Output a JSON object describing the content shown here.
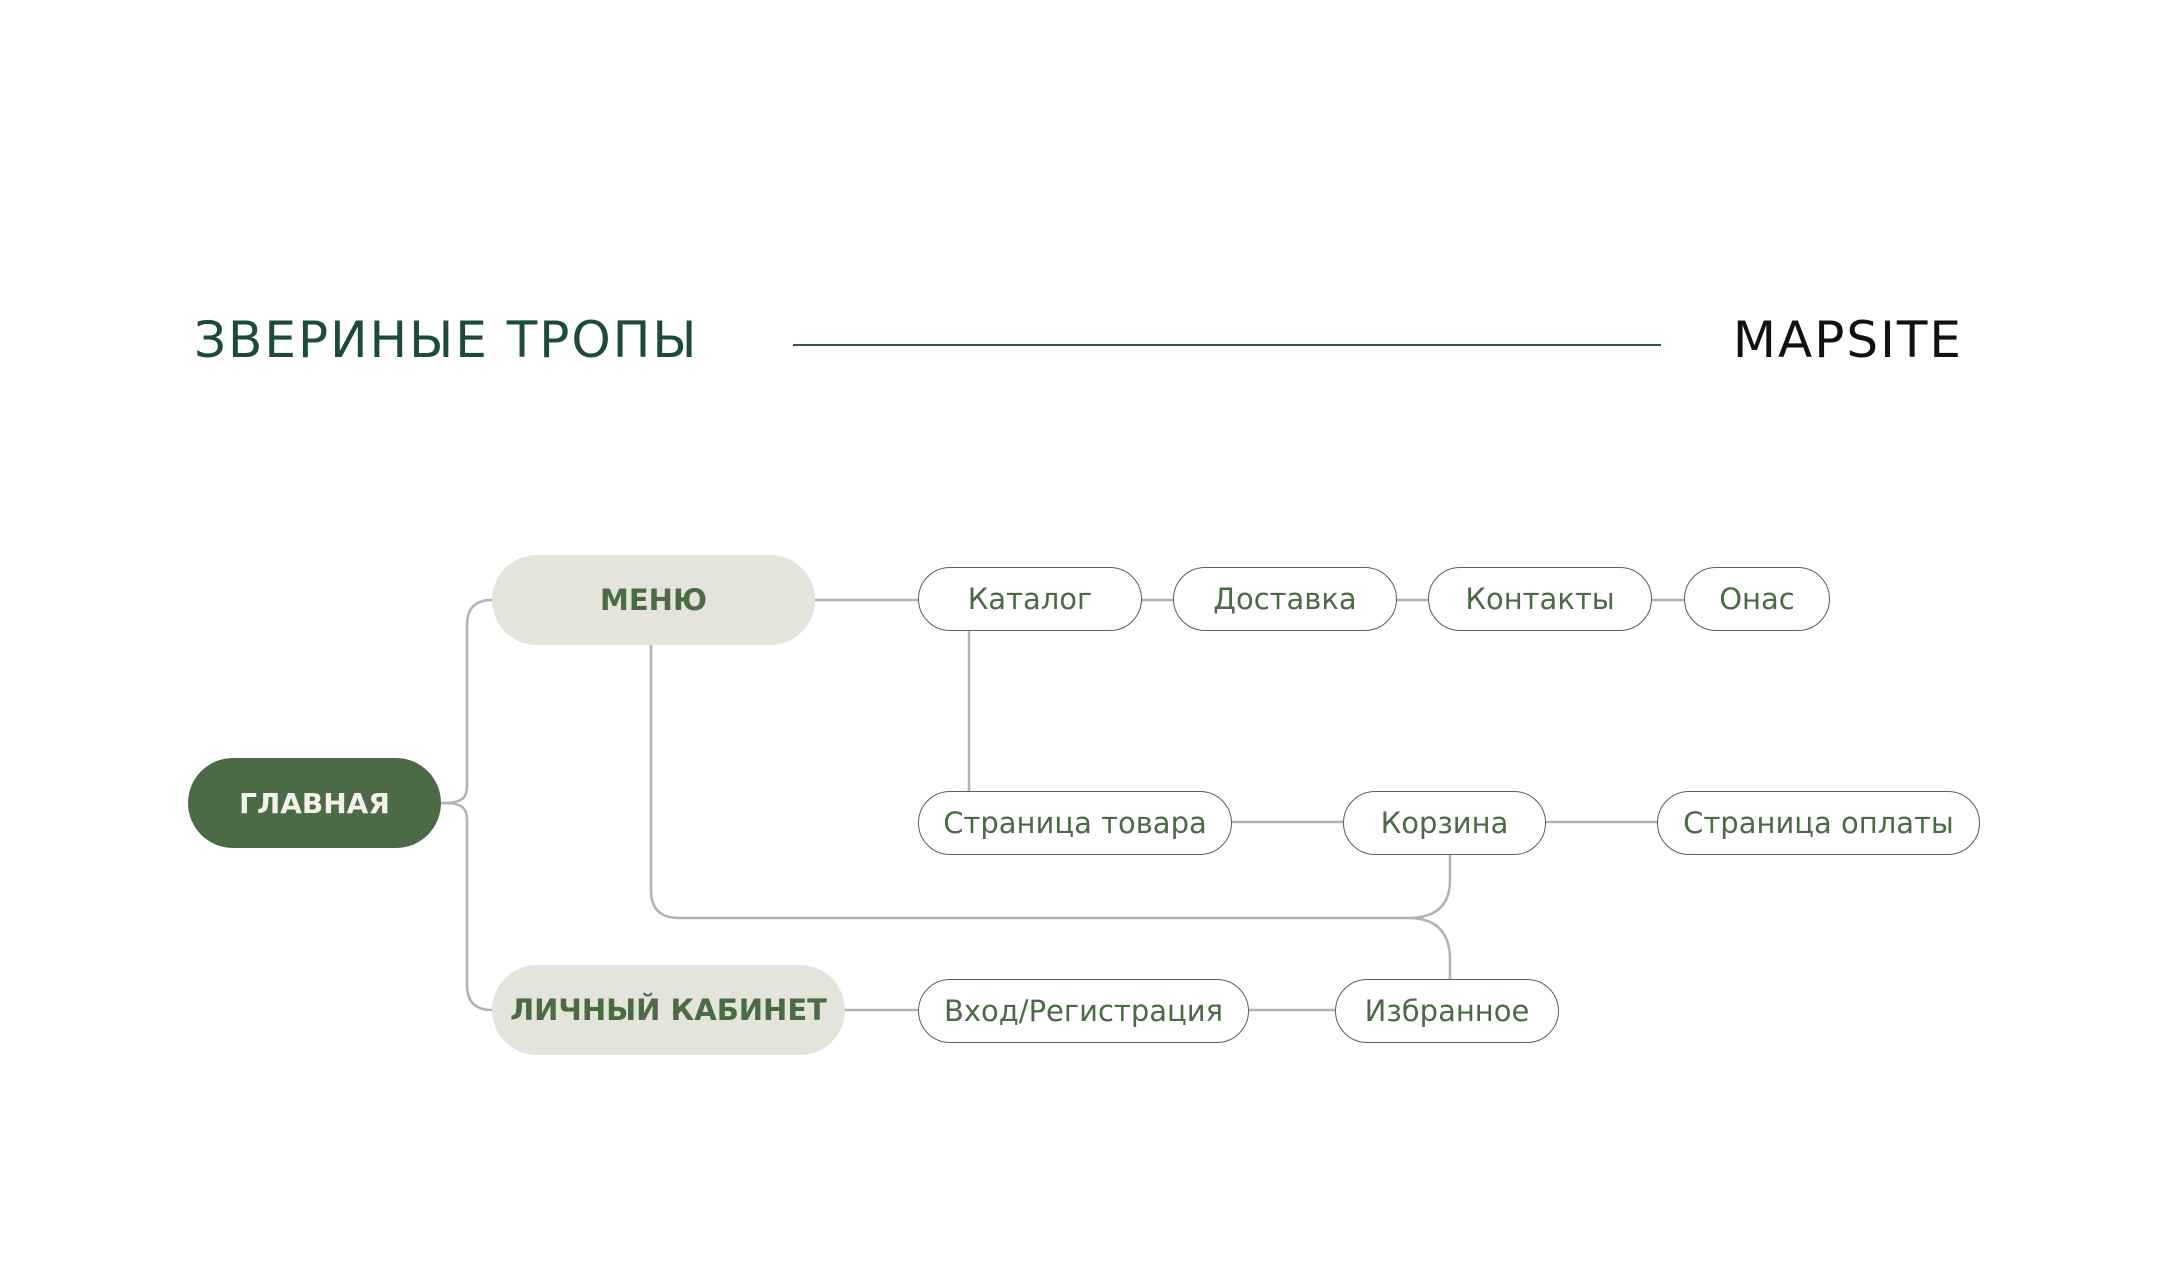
{
  "header": {
    "title": "ЗВЕРИНЫЕ ТРОПЫ",
    "brand": "MAPSITE"
  },
  "colors": {
    "primary_dark_green": "#4b6a45",
    "section_fill": "#e4e5da",
    "title_green": "#1d4a3c",
    "connector_gray": "#b3b3b3"
  },
  "nodes": {
    "main": "ГЛАВНАЯ",
    "menu": "МЕНЮ",
    "account": "ЛИЧНЫЙ КАБИНЕТ",
    "catalog": "Каталог",
    "delivery": "Доставка",
    "contacts": "Контакты",
    "about": "Онас",
    "product_page": "Страница товара",
    "cart": "Корзина",
    "payment_page": "Страница оплаты",
    "login": "Вход/Регистрация",
    "favorites": "Избранное"
  }
}
